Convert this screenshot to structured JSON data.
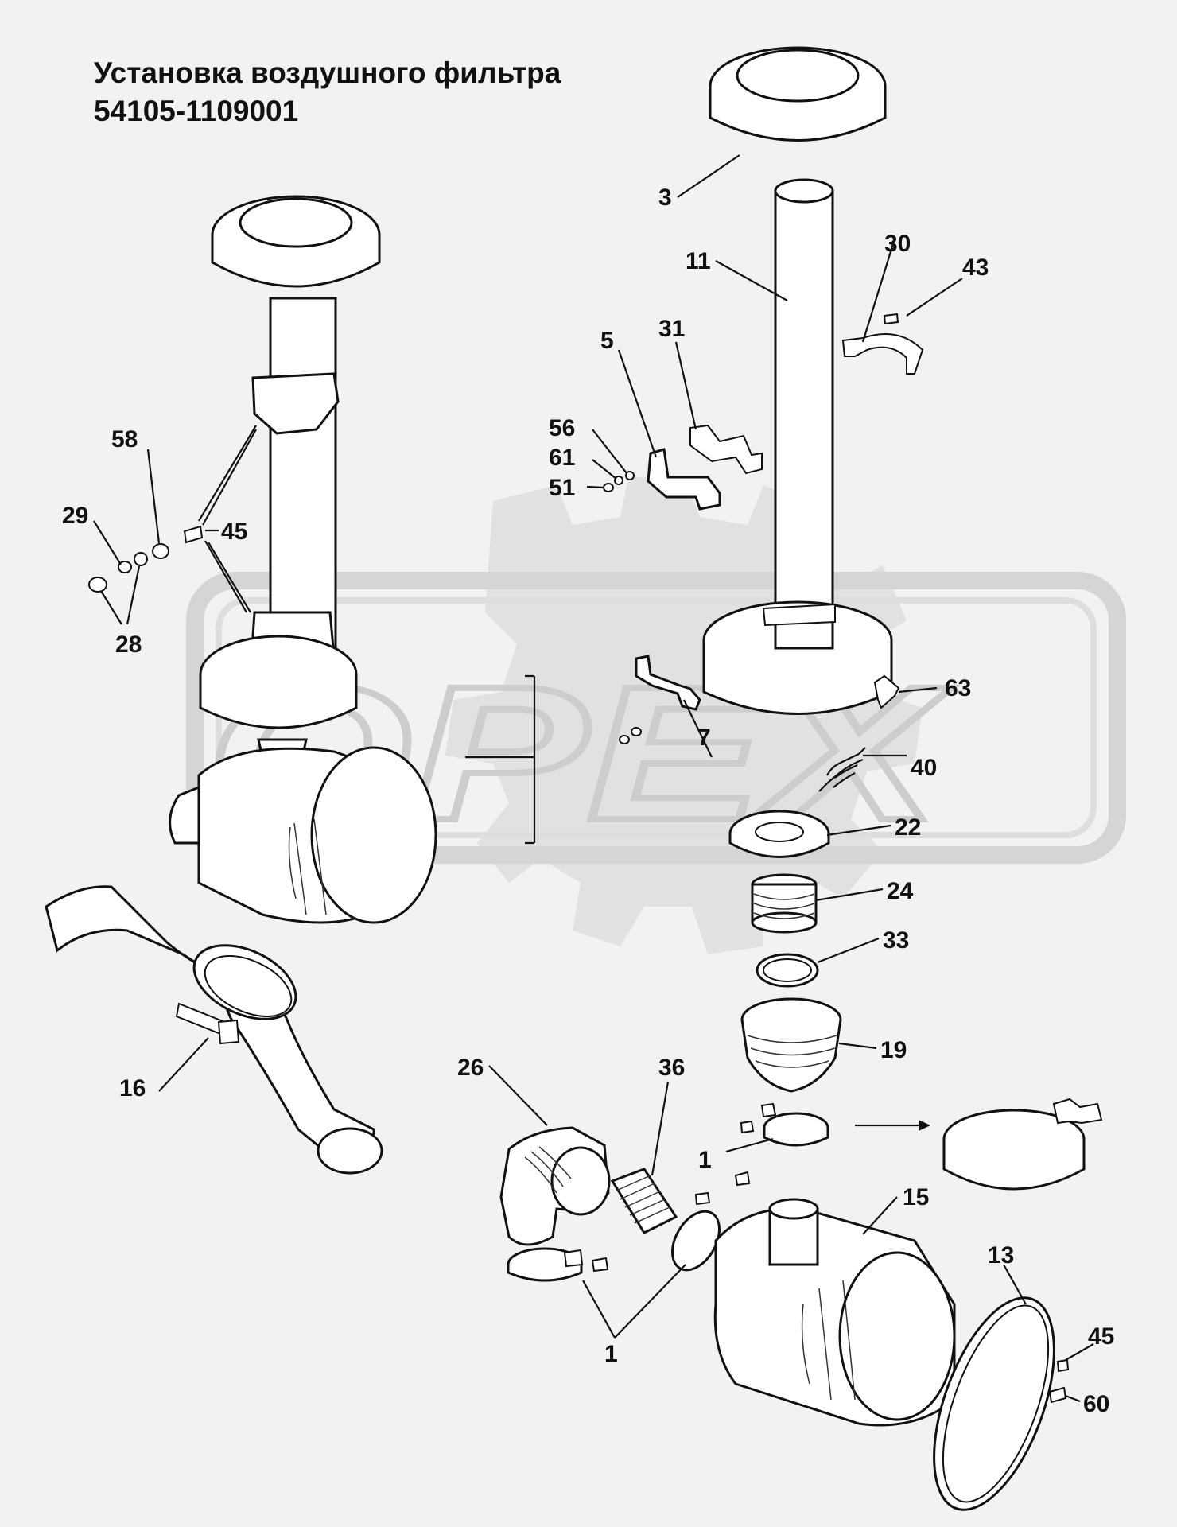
{
  "title": {
    "line1": "Установка воздушного фильтра",
    "line2": "54105-1109001"
  },
  "watermark": "OPEX",
  "labels": {
    "p3": "3",
    "p11": "11",
    "p30": "30",
    "p43": "43",
    "p5": "5",
    "p31": "31",
    "p56": "56",
    "p61": "61",
    "p51": "51",
    "p58": "58",
    "p29": "29",
    "p45a": "45",
    "p28": "28",
    "p7": "7",
    "p63": "63",
    "p40": "40",
    "p22": "22",
    "p24": "24",
    "p33": "33",
    "p19": "19",
    "p16": "16",
    "p26": "26",
    "p36": "36",
    "p1a": "1",
    "p15": "15",
    "p13": "13",
    "p1b": "1",
    "p45b": "45",
    "p60": "60"
  },
  "colors": {
    "line": "#111111",
    "paper": "#f2f2f2",
    "watermark": "#c9c9c9",
    "fill": "#ffffff"
  }
}
